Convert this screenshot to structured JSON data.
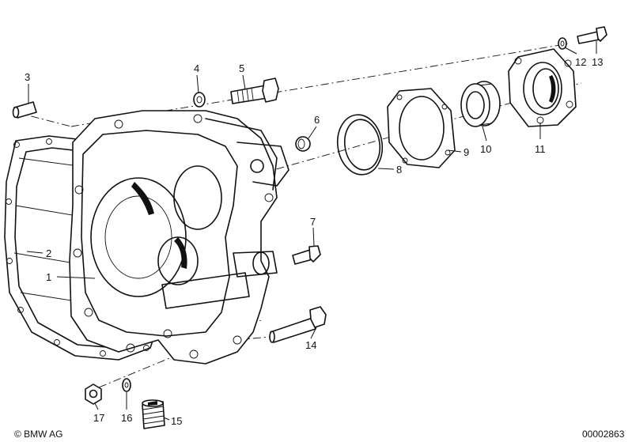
{
  "diagram": {
    "callouts": [
      {
        "number": "1"
      },
      {
        "number": "2"
      },
      {
        "number": "3"
      },
      {
        "number": "4"
      },
      {
        "number": "5"
      },
      {
        "number": "6"
      },
      {
        "number": "7"
      },
      {
        "number": "8"
      },
      {
        "number": "9"
      },
      {
        "number": "10"
      },
      {
        "number": "11"
      },
      {
        "number": "12"
      },
      {
        "number": "13"
      },
      {
        "number": "14"
      },
      {
        "number": "15"
      },
      {
        "number": "16"
      },
      {
        "number": "17"
      }
    ]
  },
  "footer": {
    "copyright": "© BMW AG",
    "image_id": "00002863"
  }
}
